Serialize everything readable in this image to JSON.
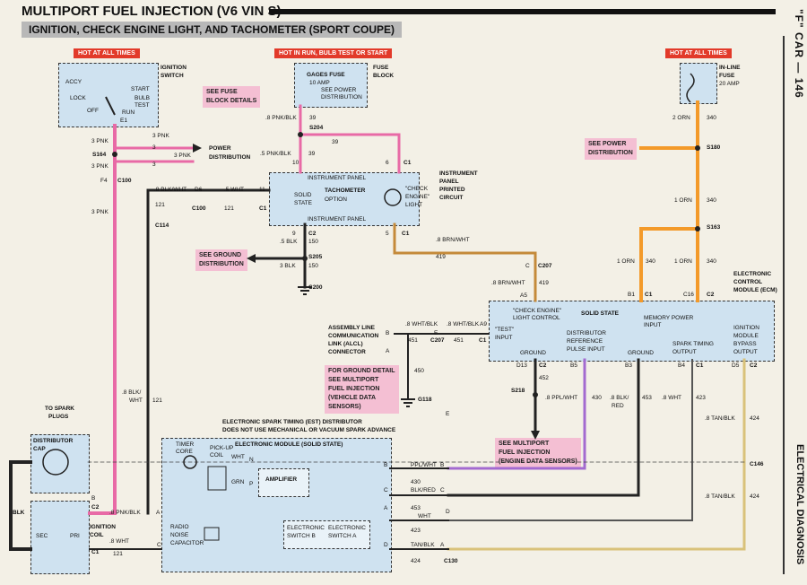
{
  "header": {
    "title": "MULTIPORT FUEL INJECTION (V6 VIN S)",
    "subtitle": "IGNITION, CHECK ENGINE LIGHT, AND TACHOMETER (SPORT COUPE)"
  },
  "side": {
    "car_label": "\"F\" CAR — 146",
    "section": "ELECTRICAL DIAGNOSIS"
  },
  "hot": {
    "h1": "HOT AT ALL TIMES",
    "h2": "HOT IN RUN, BULB TEST OR START",
    "h3": "HOT AT ALL TIMES"
  },
  "ign": {
    "title1": "IGNITION",
    "title2": "SWITCH",
    "accy": "ACCY",
    "lock": "LOCK",
    "off": "OFF",
    "start": "START",
    "bulb1": "BULB",
    "bulb2": "TEST",
    "run": "RUN",
    "e1": "E1"
  },
  "fuse_block": {
    "l1": "FUSE",
    "l2": "BLOCK",
    "gages": "GAGES FUSE",
    "amp": "10 AMP",
    "sp1": "SEE POWER",
    "sp2": "DISTRIBUTION"
  },
  "see": {
    "fuse": "SEE FUSE\nBLOCK DETAILS",
    "ground": "SEE GROUND\nDISTRIBUTION",
    "power": "SEE POWER\nDISTRIBUTION",
    "ground_detail": "FOR GROUND DETAIL\nSEE MULTIPORT\nFUEL INJECTION\n(VEHICLE DATA\nSENSORS)",
    "mfi": "SEE MULTIPORT\nFUEL INJECTION\n(ENGINE DATA SENSORS)"
  },
  "inline_fuse": {
    "l1": "IN-LINE",
    "l2": "FUSE",
    "amp": "20 AMP"
  },
  "panel": {
    "ip": "INSTRUMENT PANEL",
    "ss1": "SOLID",
    "ss2": "STATE",
    "tach": "TACHOMETER",
    "opt": "OPTION",
    "ce1": "\"CHECK",
    "ce2": "ENGINE\"",
    "ce3": "LIGHT",
    "ip2": "INSTRUMENT PANEL",
    "ipc1": "INSTRUMENT",
    "ipc2": "PANEL",
    "ipc3": "PRINTED",
    "ipc4": "CIRCUIT"
  },
  "power": {
    "p1": "POWER",
    "p2": "DISTRIBUTION"
  },
  "ecm": {
    "t1": "ELECTRONIC",
    "t2": "CONTROL",
    "t3": "MODULE (ECM)",
    "ss": "SOLID STATE",
    "ce": "\"CHECK ENGINE\"",
    "lc": "LIGHT CONTROL",
    "mpi1": "MEMORY POWER",
    "mpi2": "INPUT",
    "test1": "\"TEST\"",
    "test2": "INPUT",
    "dref1": "DISTRIBUTOR",
    "dref2": "REFERENCE",
    "dref3": "PULSE INPUT",
    "gnd1": "GROUND",
    "gnd2": "GROUND",
    "spk1": "SPARK TIMING",
    "spk2": "OUTPUT",
    "byp1": "IGNITION",
    "byp2": "MODULE",
    "byp3": "BYPASS",
    "byp4": "OUTPUT"
  },
  "alcl": {
    "l1": "ASSEMBLY LINE",
    "l2": "COMMUNICATION",
    "l3": "LINK (ALCL)",
    "l4": "CONNECTOR"
  },
  "est": {
    "t1": "ELECTRONIC SPARK TIMING (EST) DISTRIBUTOR",
    "t2": "DOES NOT USE MECHANICAL OR VACUUM SPARK ADVANCE",
    "mod": "ELECTRONIC MODULE (SOLID STATE)",
    "timer1": "TIMER",
    "timer2": "CORE",
    "pickup1": "PICK-UP",
    "pickup2": "COIL",
    "amp": "AMPLIFIER",
    "rn1": "RADIO",
    "rn2": "NOISE",
    "rn3": "CAPACITOR",
    "swb1": "ELECTRONIC",
    "swb2": "SWITCH B",
    "swa1": "ELECTRONIC",
    "swa2": "SWITCH A",
    "wht": "WHT",
    "grn": "GRN",
    "n": "N",
    "p": "P"
  },
  "spark": {
    "l1": "TO SPARK",
    "l2": "PLUGS",
    "dc1": "DISTRIBUTOR",
    "dc2": "CAP",
    "coil1": "IGNITION",
    "coil2": "COIL",
    "sec": "SEC",
    "pri": "PRI",
    "blk": "BLK"
  },
  "wires": [
    ".8 PNK/BLK",
    "39",
    "S204",
    "39",
    ".5 PNK/BLK",
    "10",
    "39",
    "6",
    "C1",
    "3 PNK",
    "3 PNK",
    "S164",
    "3 PNK",
    "3",
    "3 PNK",
    "3",
    "F4",
    "C100",
    "3 PNK",
    ".8 BLK/WHT",
    "D6",
    ".5 WHT",
    "11",
    "C100",
    "121",
    "C1",
    "121",
    "C114",
    "9",
    "C2",
    ".5 BLK",
    "150",
    "S205",
    "3 BLK",
    "150",
    "C200",
    "5",
    "C1",
    ".8 BRN/WHT",
    "419",
    "C",
    "C207",
    ".8 BRN/WHT",
    "419",
    "A5",
    "2 ORN",
    "340",
    "S180",
    "1 ORN",
    "340",
    "S163",
    "1 ORN",
    "340",
    "1 ORN",
    "340",
    "B1",
    "C1",
    "C16",
    "C2",
    "B",
    ".8 WHT/BLK",
    "E",
    ".8 WHT/BLK",
    "A9",
    "451",
    "C207",
    "451",
    "C1",
    "A",
    "450",
    "G118",
    "D13",
    "C2",
    "452",
    "S218",
    "B5",
    "430",
    ".8 PPL/WHT",
    "B3",
    ".8 BLK/",
    "RED",
    "453",
    "B4",
    "C1",
    ".8 WHT",
    "423",
    "D5",
    "C2",
    ".8 TAN/BLK",
    "424",
    "C146",
    ".8 TAN/BLK",
    "424",
    ".8 BLK/",
    "WHT",
    "121",
    "PPL/WHT",
    "430",
    "BLK/RED",
    "453",
    "WHT",
    "423",
    "TAN/BLK",
    "424",
    "C130",
    "B",
    "C2",
    ".8 PNK/BLK",
    "A",
    ".8 WHT",
    "C1",
    "121",
    "D",
    "E",
    "B",
    "C",
    "A",
    "C",
    "A",
    "B",
    "C",
    "D"
  ]
}
